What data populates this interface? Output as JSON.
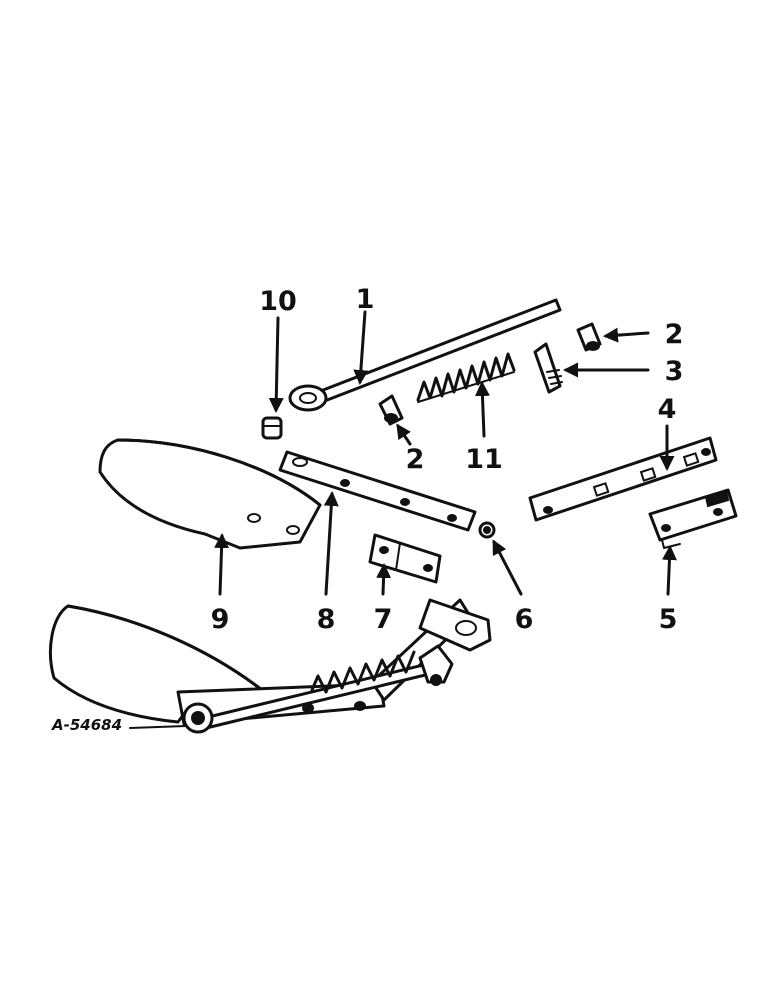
{
  "diagram": {
    "reference_code": "A-54684",
    "labels": [
      {
        "id": "callout-1",
        "text": "1"
      },
      {
        "id": "callout-2a",
        "text": "2"
      },
      {
        "id": "callout-2b",
        "text": "2"
      },
      {
        "id": "callout-3",
        "text": "3"
      },
      {
        "id": "callout-4",
        "text": "4"
      },
      {
        "id": "callout-5",
        "text": "5"
      },
      {
        "id": "callout-6",
        "text": "6"
      },
      {
        "id": "callout-7",
        "text": "7"
      },
      {
        "id": "callout-8",
        "text": "8"
      },
      {
        "id": "callout-9",
        "text": "9"
      },
      {
        "id": "callout-10",
        "text": "10"
      },
      {
        "id": "callout-11",
        "text": "11"
      }
    ]
  }
}
